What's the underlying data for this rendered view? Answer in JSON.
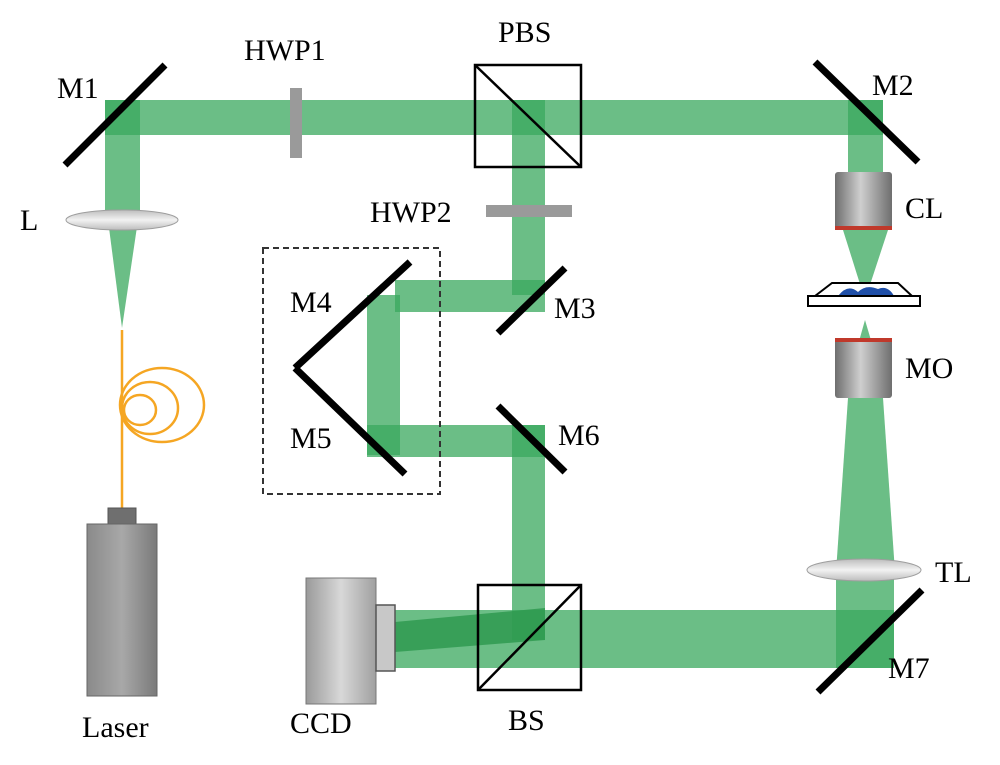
{
  "labels": {
    "m1": "M1",
    "m2": "M2",
    "m3": "M3",
    "m4": "M4",
    "m5": "M5",
    "m6": "M6",
    "m7": "M7",
    "hwp1": "HWP1",
    "hwp2": "HWP2",
    "pbs": "PBS",
    "bs": "BS",
    "cl": "CL",
    "mo": "MO",
    "tl": "TL",
    "lens": "L",
    "laser": "Laser",
    "ccd": "CCD"
  },
  "colors": {
    "beam": "#3aa85e",
    "fiber": "#f5a623",
    "sample": "#1f4fa8",
    "objective_band": "#c0392b"
  }
}
